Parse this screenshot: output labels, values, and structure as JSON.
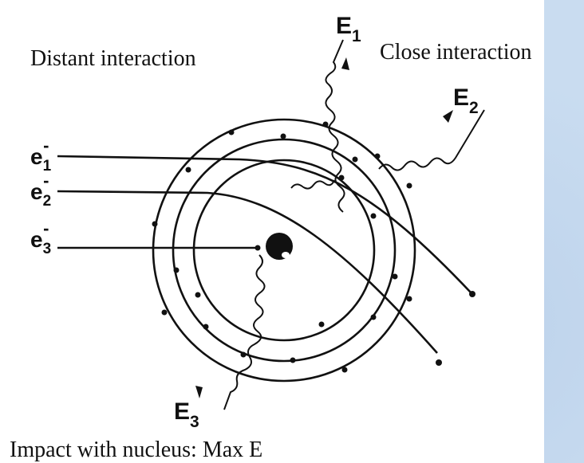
{
  "captions": {
    "distant": "Distant interaction",
    "close": "Close interaction",
    "impact": "Impact with nucleus: Max E"
  },
  "labels": {
    "e1": {
      "base": "e",
      "sub": "1",
      "sup": "-"
    },
    "e2": {
      "base": "e",
      "sub": "2",
      "sup": "-"
    },
    "e3": {
      "base": "e",
      "sub": "3",
      "sup": "-"
    },
    "E1": {
      "base": "E",
      "sub": "1"
    },
    "E2": {
      "base": "E",
      "sub": "2"
    },
    "E3": {
      "base": "E",
      "sub": "3"
    }
  },
  "colors": {
    "background": "#c9dcf0",
    "panel": "#ffffff",
    "ink": "#111111"
  }
}
